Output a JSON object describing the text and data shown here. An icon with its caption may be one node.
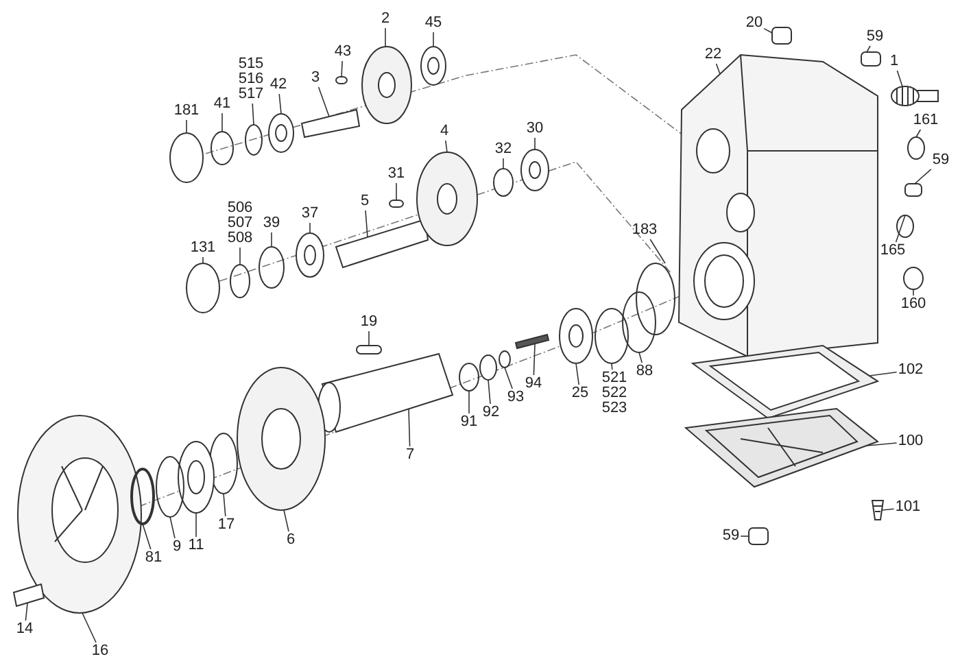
{
  "diagram": {
    "nodes": [
      {
        "text": [
          "2"
        ]
      },
      {
        "text": [
          "45"
        ]
      },
      {
        "text": [
          "20"
        ]
      },
      {
        "text": [
          "22"
        ]
      },
      {
        "text": [
          "59"
        ]
      },
      {
        "text": [
          "1"
        ]
      },
      {
        "text": [
          "43"
        ]
      },
      {
        "text": [
          "3"
        ]
      },
      {
        "text": [
          "515",
          "516",
          "517"
        ]
      },
      {
        "text": [
          "42"
        ]
      },
      {
        "text": [
          "41"
        ]
      },
      {
        "text": [
          "181"
        ]
      },
      {
        "text": [
          "161"
        ]
      },
      {
        "text": [
          "4"
        ]
      },
      {
        "text": [
          "30"
        ]
      },
      {
        "text": [
          "32"
        ]
      },
      {
        "text": [
          "59"
        ]
      },
      {
        "text": [
          "31"
        ]
      },
      {
        "text": [
          "5"
        ]
      },
      {
        "text": [
          "37"
        ]
      },
      {
        "text": [
          "39"
        ]
      },
      {
        "text": [
          "506",
          "507",
          "508"
        ]
      },
      {
        "text": [
          "131"
        ]
      },
      {
        "text": [
          "183"
        ]
      },
      {
        "text": [
          "165"
        ]
      },
      {
        "text": [
          "160"
        ]
      },
      {
        "text": [
          "19"
        ]
      },
      {
        "text": [
          "94"
        ]
      },
      {
        "text": [
          "93"
        ]
      },
      {
        "text": [
          "92"
        ]
      },
      {
        "text": [
          "91"
        ]
      },
      {
        "text": [
          "25"
        ]
      },
      {
        "text": [
          "521",
          "522",
          "523"
        ]
      },
      {
        "text": [
          "88"
        ]
      },
      {
        "text": [
          "102"
        ]
      },
      {
        "text": [
          "100"
        ]
      },
      {
        "text": [
          "7"
        ]
      },
      {
        "text": [
          "101"
        ]
      },
      {
        "text": [
          "59"
        ]
      },
      {
        "text": [
          "17"
        ]
      },
      {
        "text": [
          "6"
        ]
      },
      {
        "text": [
          "11"
        ]
      },
      {
        "text": [
          "9"
        ]
      },
      {
        "text": [
          "81"
        ]
      },
      {
        "text": [
          "14"
        ]
      },
      {
        "text": [
          "16"
        ]
      },
      {
        "text": [],
        "shape": "picture"
      },
      {
        "text": [],
        "shape": "picture"
      },
      {
        "text": [],
        "shape": "box"
      },
      {
        "text": [],
        "shape": "picture"
      },
      {
        "text": [],
        "shape": "box"
      },
      {
        "text": [],
        "shape": "picture"
      },
      {
        "text": [],
        "shape": "box"
      },
      {
        "text": [],
        "shape": "bar"
      },
      {
        "text": [],
        "shape": "circle"
      },
      {
        "text": [],
        "shape": "picture"
      },
      {
        "text": [],
        "shape": "circle"
      },
      {
        "text": [],
        "shape": "circle"
      },
      {
        "text": [],
        "shape": "circle"
      },
      {
        "text": [],
        "shape": "picture"
      },
      {
        "text": [],
        "shape": "picture"
      },
      {
        "text": [],
        "shape": "circle"
      },
      {
        "text": [],
        "shape": "box"
      },
      {
        "text": [],
        "shape": "box"
      },
      {
        "text": [],
        "shape": "bar"
      },
      {
        "text": [],
        "shape": "picture"
      },
      {
        "text": [],
        "shape": "circle"
      },
      {
        "text": [],
        "shape": "circle"
      },
      {
        "text": [],
        "shape": "circle"
      },
      {
        "text": [],
        "shape": "circle"
      },
      {
        "text": [],
        "shape": "circle"
      },
      {
        "text": [],
        "shape": "circle"
      },
      {
        "text": [],
        "shape": "box"
      },
      {
        "text": [],
        "shape": "bar"
      },
      {
        "text": [],
        "shape": "circle"
      },
      {
        "text": [],
        "shape": "circle"
      },
      {
        "text": [],
        "shape": "circle"
      },
      {
        "text": [],
        "shape": "picture"
      },
      {
        "text": [],
        "shape": "circle"
      },
      {
        "text": [],
        "shape": "circle"
      },
      {
        "text": [],
        "shape": "picture"
      },
      {
        "text": [],
        "shape": "picture"
      },
      {
        "text": [],
        "shape": "picture"
      },
      {
        "text": [],
        "shape": "picture"
      },
      {
        "text": [],
        "shape": "box"
      },
      {
        "text": [],
        "shape": "circle"
      },
      {
        "text": [],
        "shape": "picture"
      },
      {
        "text": [],
        "shape": "picture"
      },
      {
        "text": [],
        "shape": "circle"
      },
      {
        "text": [],
        "shape": "circle"
      },
      {
        "text": [],
        "shape": "bar"
      },
      {
        "text": [],
        "shape": "picture"
      }
    ],
    "edges": [
      {
        "from": 0,
        "to": 46,
        "arrow": "none"
      },
      {
        "from": 1,
        "to": 47,
        "arrow": "none"
      },
      {
        "from": 2,
        "to": 48,
        "arrow": "none"
      },
      {
        "from": 3,
        "to": 49,
        "arrow": "none"
      },
      {
        "from": 4,
        "to": 50,
        "arrow": "none"
      },
      {
        "from": 5,
        "to": 51,
        "arrow": "none"
      },
      {
        "from": 6,
        "to": 52,
        "arrow": "none"
      },
      {
        "from": 7,
        "to": 53,
        "arrow": "none"
      },
      {
        "from": 8,
        "to": 54,
        "arrow": "none"
      },
      {
        "from": 9,
        "to": 55,
        "arrow": "none"
      },
      {
        "from": 10,
        "to": 56,
        "arrow": "none"
      },
      {
        "from": 11,
        "to": 57,
        "arrow": "none"
      },
      {
        "from": 12,
        "to": 58,
        "arrow": "none"
      },
      {
        "from": 13,
        "to": 59,
        "arrow": "none"
      },
      {
        "from": 14,
        "to": 60,
        "arrow": "none"
      },
      {
        "from": 15,
        "to": 61,
        "arrow": "none"
      },
      {
        "from": 16,
        "to": 62,
        "arrow": "none"
      },
      {
        "from": 17,
        "to": 63,
        "arrow": "none"
      },
      {
        "from": 18,
        "to": 64,
        "arrow": "none"
      },
      {
        "from": 19,
        "to": 65,
        "arrow": "none"
      },
      {
        "from": 20,
        "to": 66,
        "arrow": "none"
      },
      {
        "from": 21,
        "to": 67,
        "arrow": "none"
      },
      {
        "from": 22,
        "to": 68,
        "arrow": "none"
      },
      {
        "from": 23,
        "to": 69,
        "arrow": "none"
      },
      {
        "from": 24,
        "to": 70,
        "arrow": "none"
      },
      {
        "from": 25,
        "to": 71,
        "arrow": "none"
      },
      {
        "from": 26,
        "to": 72,
        "arrow": "none"
      },
      {
        "from": 27,
        "to": 73,
        "arrow": "none"
      },
      {
        "from": 28,
        "to": 74,
        "arrow": "none"
      },
      {
        "from": 29,
        "to": 75,
        "arrow": "none"
      },
      {
        "from": 30,
        "to": 76,
        "arrow": "none"
      },
      {
        "from": 31,
        "to": 77,
        "arrow": "none"
      },
      {
        "from": 32,
        "to": 78,
        "arrow": "none"
      },
      {
        "from": 33,
        "to": 79,
        "arrow": "none"
      },
      {
        "from": 34,
        "to": 80,
        "arrow": "none"
      },
      {
        "from": 35,
        "to": 81,
        "arrow": "none"
      },
      {
        "from": 36,
        "to": 82,
        "arrow": "none"
      },
      {
        "from": 37,
        "to": 83,
        "arrow": "none"
      },
      {
        "from": 38,
        "to": 84,
        "arrow": "none"
      },
      {
        "from": 39,
        "to": 85,
        "arrow": "none"
      },
      {
        "from": 40,
        "to": 86,
        "arrow": "none"
      },
      {
        "from": 41,
        "to": 87,
        "arrow": "none"
      },
      {
        "from": 42,
        "to": 88,
        "arrow": "none"
      },
      {
        "from": 43,
        "to": 89,
        "arrow": "none"
      },
      {
        "from": 44,
        "to": 90,
        "arrow": "none"
      },
      {
        "from": 45,
        "to": 91,
        "arrow": "none"
      }
    ]
  }
}
